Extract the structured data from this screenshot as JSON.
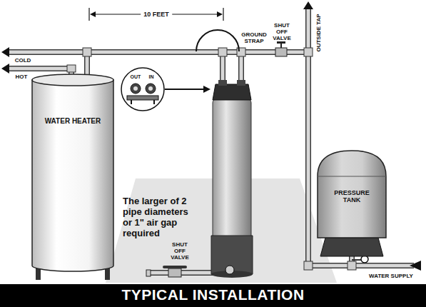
{
  "diagram": {
    "title": "TYPICAL INSTALLATION",
    "nodes": [
      {
        "text": [
          "WATER HEATER"
        ]
      },
      {
        "text": [
          "PRESSURE TANK"
        ]
      }
    ],
    "labels": [
      "10 FEET",
      "GROUND STRAP",
      "SHUT OFF VALVE",
      "OUTSIDE TAP",
      "COLD",
      "HOT",
      "OUT",
      "IN",
      "The larger of 2 pipe diameters or 1\" air gap required",
      "SHUT OFF VALVE",
      "WATER SUPPLY"
    ]
  }
}
